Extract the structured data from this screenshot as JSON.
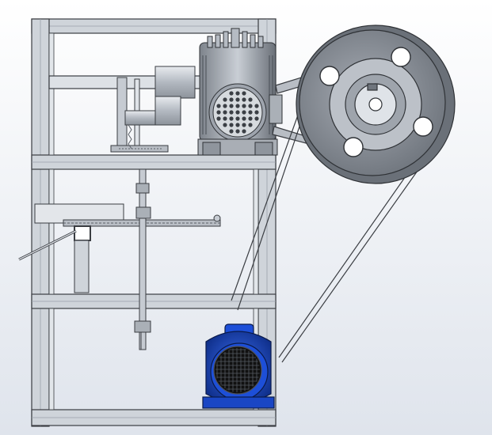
{
  "scene": {
    "type": "cad-assembly-render",
    "background": [
      "#ffffff",
      "#dfe4ec"
    ],
    "colors": {
      "frame": "#cfd4da",
      "frame_edge": "#3a3d42",
      "metal_light": "#c6cbd2",
      "metal_mid": "#9aa1aa",
      "metal_dark": "#5b6068",
      "pulley_face": "#8a9099",
      "pulley_inner": "#b8bdc4",
      "motor_blue": "#1d4fd8",
      "motor_blue_dark": "#0f2f8a",
      "motor_grill": "#111111",
      "belt": "#6f747b"
    },
    "components": [
      {
        "id": "support-frame",
        "icon": "frame-icon"
      },
      {
        "id": "vacuum-pump",
        "icon": "pump-icon"
      },
      {
        "id": "large-pulley",
        "icon": "pulley-icon"
      },
      {
        "id": "drive-belt",
        "icon": "belt-icon"
      },
      {
        "id": "electric-motor",
        "icon": "motor-icon"
      },
      {
        "id": "vertical-shaft",
        "icon": "shaft-icon"
      },
      {
        "id": "turntable-plate",
        "icon": "plate-icon"
      }
    ]
  }
}
